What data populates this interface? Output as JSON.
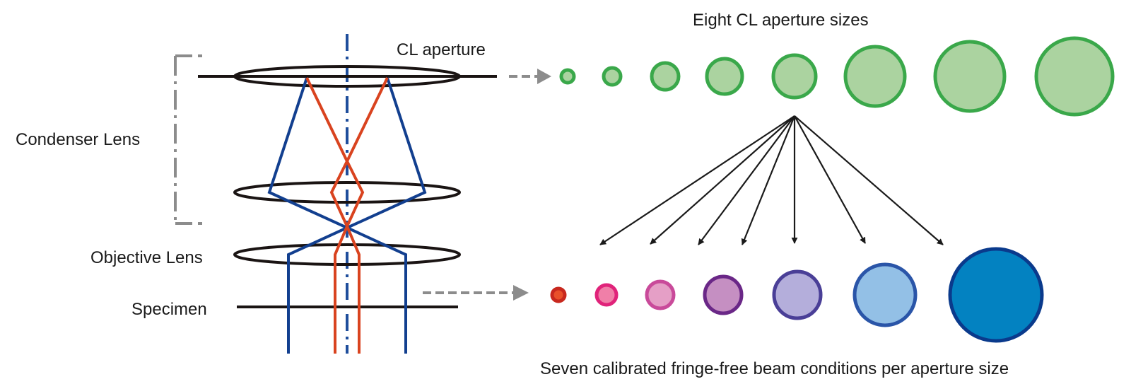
{
  "labels": {
    "cl_aperture": "CL aperture",
    "condenser_lens": "Condenser Lens",
    "objective_lens": "Objective Lens",
    "specimen": "Specimen",
    "top_title": "Eight CL aperture sizes",
    "bottom_caption": "Seven calibrated fringe-free beam conditions per aperture size"
  },
  "colors": {
    "lens": "#1a1413",
    "red_ray": "#d9431f",
    "blue_ray": "#123f8f",
    "axis": "#1f4e9c",
    "bracket": "#8c8c8c",
    "arrow_gray": "#8c8c8c",
    "green_stroke": "#3aa84a",
    "green_fill": "#abd3a0"
  },
  "aperture_circles": [
    {
      "name": "aperture-1"
    },
    {
      "name": "aperture-2"
    },
    {
      "name": "aperture-3"
    },
    {
      "name": "aperture-4"
    },
    {
      "name": "aperture-5"
    },
    {
      "name": "aperture-6"
    },
    {
      "name": "aperture-7"
    },
    {
      "name": "aperture-8"
    }
  ],
  "beam_conditions": [
    {
      "name": "beam-condition-1",
      "fill": "#e9502a",
      "stroke": "#c8281e"
    },
    {
      "name": "beam-condition-2",
      "fill": "#f07fa8",
      "stroke": "#e0237a"
    },
    {
      "name": "beam-condition-3",
      "fill": "#e59fc6",
      "stroke": "#c94a9a"
    },
    {
      "name": "beam-condition-4",
      "fill": "#c58fc2",
      "stroke": "#6a2787"
    },
    {
      "name": "beam-condition-5",
      "fill": "#b4aedb",
      "stroke": "#4a3f97"
    },
    {
      "name": "beam-condition-6",
      "fill": "#93c0e6",
      "stroke": "#2a55a8"
    },
    {
      "name": "beam-condition-7",
      "fill": "#0382c1",
      "stroke": "#0a3a8c"
    }
  ]
}
